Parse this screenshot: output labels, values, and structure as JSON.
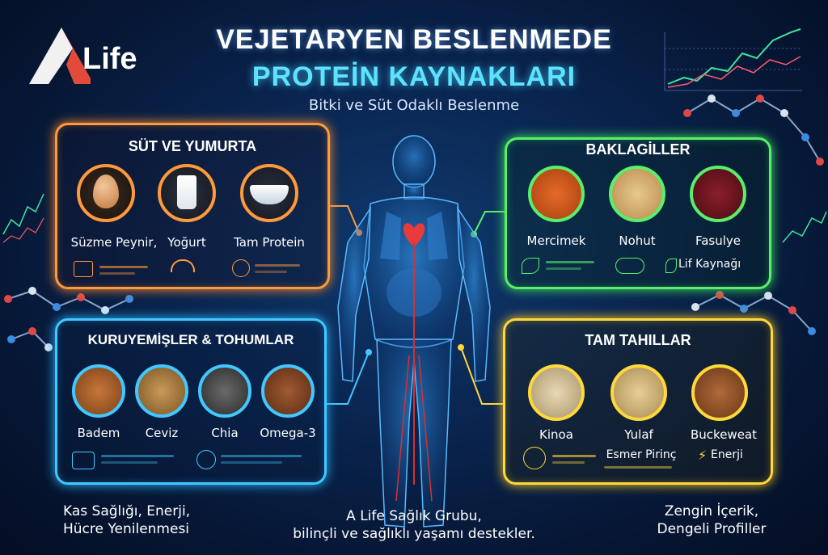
{
  "brand": {
    "logo_text": "Life"
  },
  "header": {
    "title_line1": "VEJETARYEN BESLENMEDE",
    "title_line2": "PROTEİN KAYNAKLARI",
    "subtitle": "Bitki ve Süt Odaklı Beslenme"
  },
  "panels": {
    "dairy": {
      "title": "SÜT VE YUMURTA",
      "items": [
        "Süzme Peynir,",
        "Yoğurt",
        "Tam Protein"
      ]
    },
    "legumes": {
      "title": "BAKLAGİLLER",
      "items": [
        "Mercimek",
        "Nohut",
        "Fasulye"
      ],
      "note": "Lif Kaynağı"
    },
    "nuts": {
      "title": "KURUYEMİŞLER & TOHUMLAR",
      "items": [
        "Badem",
        "Ceviz",
        "Chia",
        "Omega-3"
      ]
    },
    "grains": {
      "title": "TAM TAHILLAR",
      "items": [
        "Kinoa",
        "Yulaf",
        "Buckeweat"
      ],
      "note1": "Esmer Pirinç",
      "note2": "Enerji"
    }
  },
  "footer": {
    "left_line1": "Kas Sağlığı, Enerji,",
    "left_line2": "Hücre Yenilenmesi",
    "center_line1": "A Life Sağlık Grubu,",
    "center_line2": "bilinçli ve sağlıklı yaşamı destekler.",
    "right_line1": "Zengin İçerik,",
    "right_line2": "Dengeli Profiller"
  },
  "colors": {
    "orange": "#ff9a3c",
    "green": "#58f06a",
    "blue": "#41c8ff",
    "yellow": "#ffd83a",
    "accent_cyan": "#5ee3ff"
  }
}
